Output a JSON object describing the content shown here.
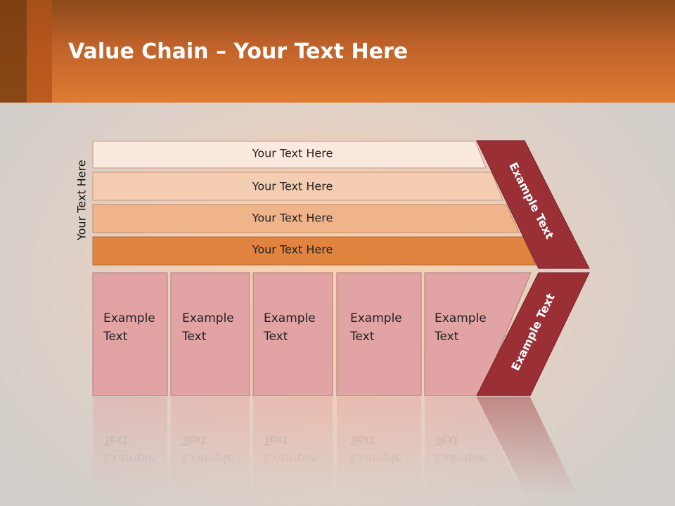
{
  "title": {
    "bold": "Value Chain",
    "rest": " – Your Text Here"
  },
  "side_label": "Your Text Here",
  "bands": [
    {
      "label": "Your Text Here",
      "color": "#fbe9df"
    },
    {
      "label": "Your Text Here",
      "color": "#f5cdb3"
    },
    {
      "label": "Your Text Here",
      "color": "#efb489"
    },
    {
      "label": "Your Text Here",
      "color": "#e18440"
    }
  ],
  "activities": [
    {
      "line1": "Example",
      "line2": "Text"
    },
    {
      "line1": "Example",
      "line2": "Text"
    },
    {
      "line1": "Example",
      "line2": "Text"
    },
    {
      "line1": "Example",
      "line2": "Text"
    },
    {
      "line1": "Example",
      "line2": "Text"
    }
  ],
  "margin_arrow": {
    "upper": "Example Text",
    "lower": "Example Text",
    "color": "#9a2f36"
  },
  "colors": {
    "header": "#d97830",
    "box_fill": "#e2a3a5",
    "box_border": "#b07c7c"
  }
}
